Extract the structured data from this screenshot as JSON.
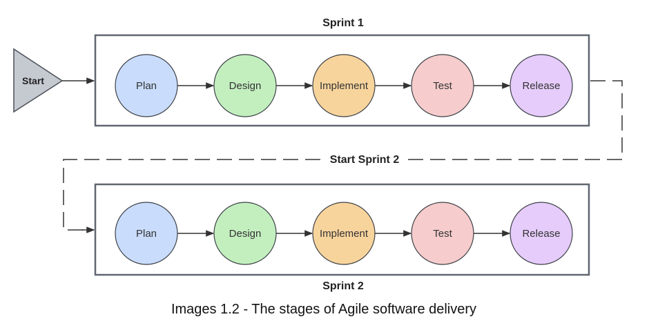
{
  "start_label": "Start",
  "caption": "Images 1.2 - The stages of Agile software delivery",
  "connector_label": "Start Sprint 2",
  "colors": {
    "frame": "#5f6670",
    "line": "#333333",
    "start_fill": "#c5c9d0",
    "start_stroke": "#4a4f57"
  },
  "stages": [
    {
      "label": "Plan",
      "fill": "#c9dcfb",
      "stroke": "#3b3f45"
    },
    {
      "label": "Design",
      "fill": "#c3efbf",
      "stroke": "#3b3f45"
    },
    {
      "label": "Implement",
      "fill": "#f8d49d",
      "stroke": "#3b3f45"
    },
    {
      "label": "Test",
      "fill": "#f6cccc",
      "stroke": "#3b3f45"
    },
    {
      "label": "Release",
      "fill": "#e6ccfb",
      "stroke": "#3b3f45"
    }
  ],
  "sprints": [
    {
      "title": "Sprint 1",
      "title_position": "top"
    },
    {
      "title": "Sprint 2",
      "title_position": "bottom"
    }
  ]
}
